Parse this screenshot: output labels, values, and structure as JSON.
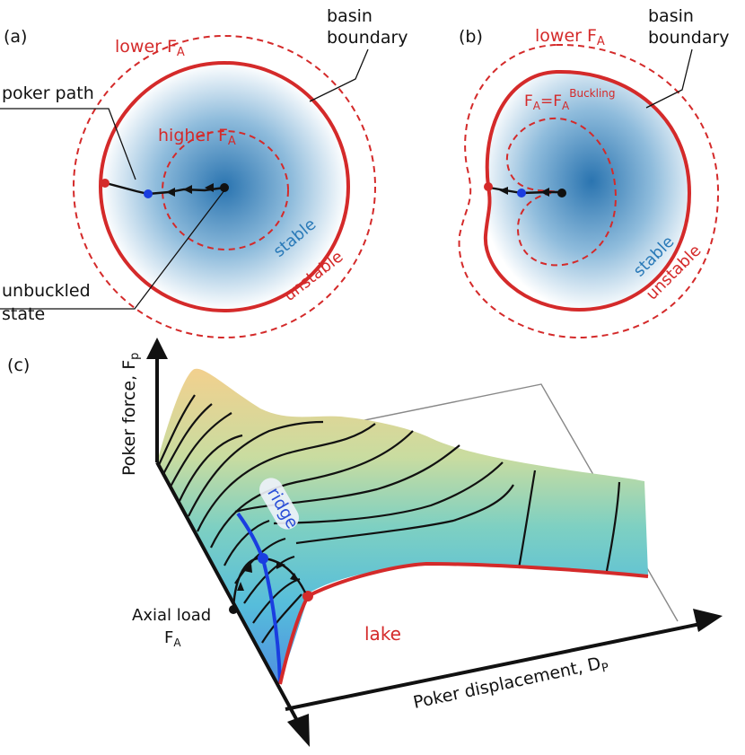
{
  "panel_a": {
    "tag": "(a)",
    "lower_fa": "lower F",
    "lower_fa_sub": "A",
    "higher_fa": "higher F",
    "higher_fa_sub": "A",
    "basin_line1": "basin",
    "basin_line2": "boundary",
    "poker_path": "poker path",
    "stable": "stable",
    "unstable": "unstable",
    "unbuckled_line1": "unbuckled",
    "unbuckled_line2": "state"
  },
  "panel_b": {
    "tag": "(b)",
    "lower_fa": "lower F",
    "lower_fa_sub": "A",
    "basin_line1": "basin",
    "basin_line2": "boundary",
    "buckling_f": "F",
    "buckling_sub1": "A",
    "buckling_eq": "=F",
    "buckling_sub2": "A",
    "buckling_sup": "Buckling",
    "stable": "stable",
    "unstable": "unstable"
  },
  "panel_c": {
    "tag": "(c)",
    "y_axis": "Poker force, F",
    "y_axis_sub": "p",
    "x_axis": "Poker displacement, D",
    "x_axis_sub": "P",
    "ridge": "ridge",
    "lake": "lake",
    "axial_line1": "Axial load",
    "axial_f": "F",
    "axial_sub": "A"
  },
  "colors": {
    "red": "#d42a2a",
    "blue_dot": "#1a3ee0",
    "ridge_line": "#1a3ee0",
    "basin_center": "#2a7ab8"
  }
}
